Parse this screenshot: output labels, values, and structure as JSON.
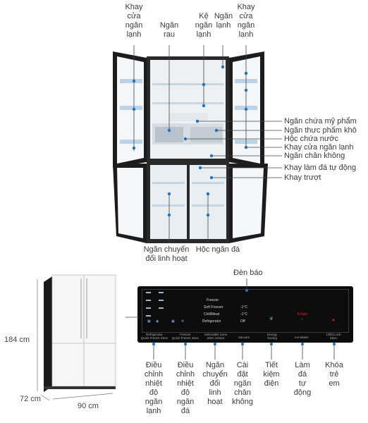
{
  "top_labels": {
    "door_tray_left": "Khay\ncửa\nngăn\nlạnh",
    "veg_drawer": "Ngăn\nrau",
    "fridge_shelf": "Kệ\nngăn\nlạnh",
    "fridge_compartment": "Ngăn\nlạnh",
    "door_tray_right": "Khay\ncửa\nngăn\nlạnh"
  },
  "right_labels": [
    "Ngăn chứa mỹ phẩm",
    "Ngăn thực phẩm khô",
    "Hộc chứa nước",
    "Khay cửa ngăn lạnh",
    "Ngăn chân không",
    "Khay làm đá tự động",
    "Khay trượt"
  ],
  "bottom_labels": {
    "convertible": "Ngăn chuyển\nđổi linh hoạt",
    "ice_box": "Hộc ngăn đá"
  },
  "dimensions": {
    "height": "184 cm",
    "depth": "72 cm",
    "width": "90 cm"
  },
  "panel": {
    "indicator_label": "Đèn báo",
    "modes": [
      "Freezer",
      "Soft Freezer",
      "Chill/Meat",
      "Refrigerator"
    ],
    "temps": [
      "-1°C",
      "-1°C",
      "Off"
    ],
    "empty": "Empty",
    "buttons": [
      {
        "title": "Refrigerator",
        "sub": "Quick Freeze 3Sec"
      },
      {
        "title": "Freezer",
        "sub": "Quick Freeze 3Sec"
      },
      {
        "title": "Selectable Zone",
        "sub": "3Sec Unlock"
      },
      {
        "title": "Vacuum",
        "sub": ""
      },
      {
        "title": "Energy\nSaving",
        "sub": ""
      },
      {
        "title": "Ice Maker",
        "sub": ""
      },
      {
        "title": "Child Lock",
        "sub": "3Sec"
      }
    ]
  },
  "button_captions": [
    "Điều\nchỉnh\nnhiệt\nđộ\nngăn\nlạnh",
    "Điều\nchỉnh\nnhiệt\nđộ\nngăn\nđá",
    "Ngăn\nchuyển\nđổi\nlinh\nhoạt",
    "Cài\nđặt\nngăn\nchân\nkhông",
    "Tiết\nkiệm\nđiện",
    "Làm\nđá\ntự\nđộng",
    "Khóa\ntrẻ\nem"
  ],
  "colors": {
    "accent": "#1e73be",
    "panel_bg": "#0c0c0c",
    "energy_green": "#3fb34f",
    "alert_red": "#e3242b"
  }
}
